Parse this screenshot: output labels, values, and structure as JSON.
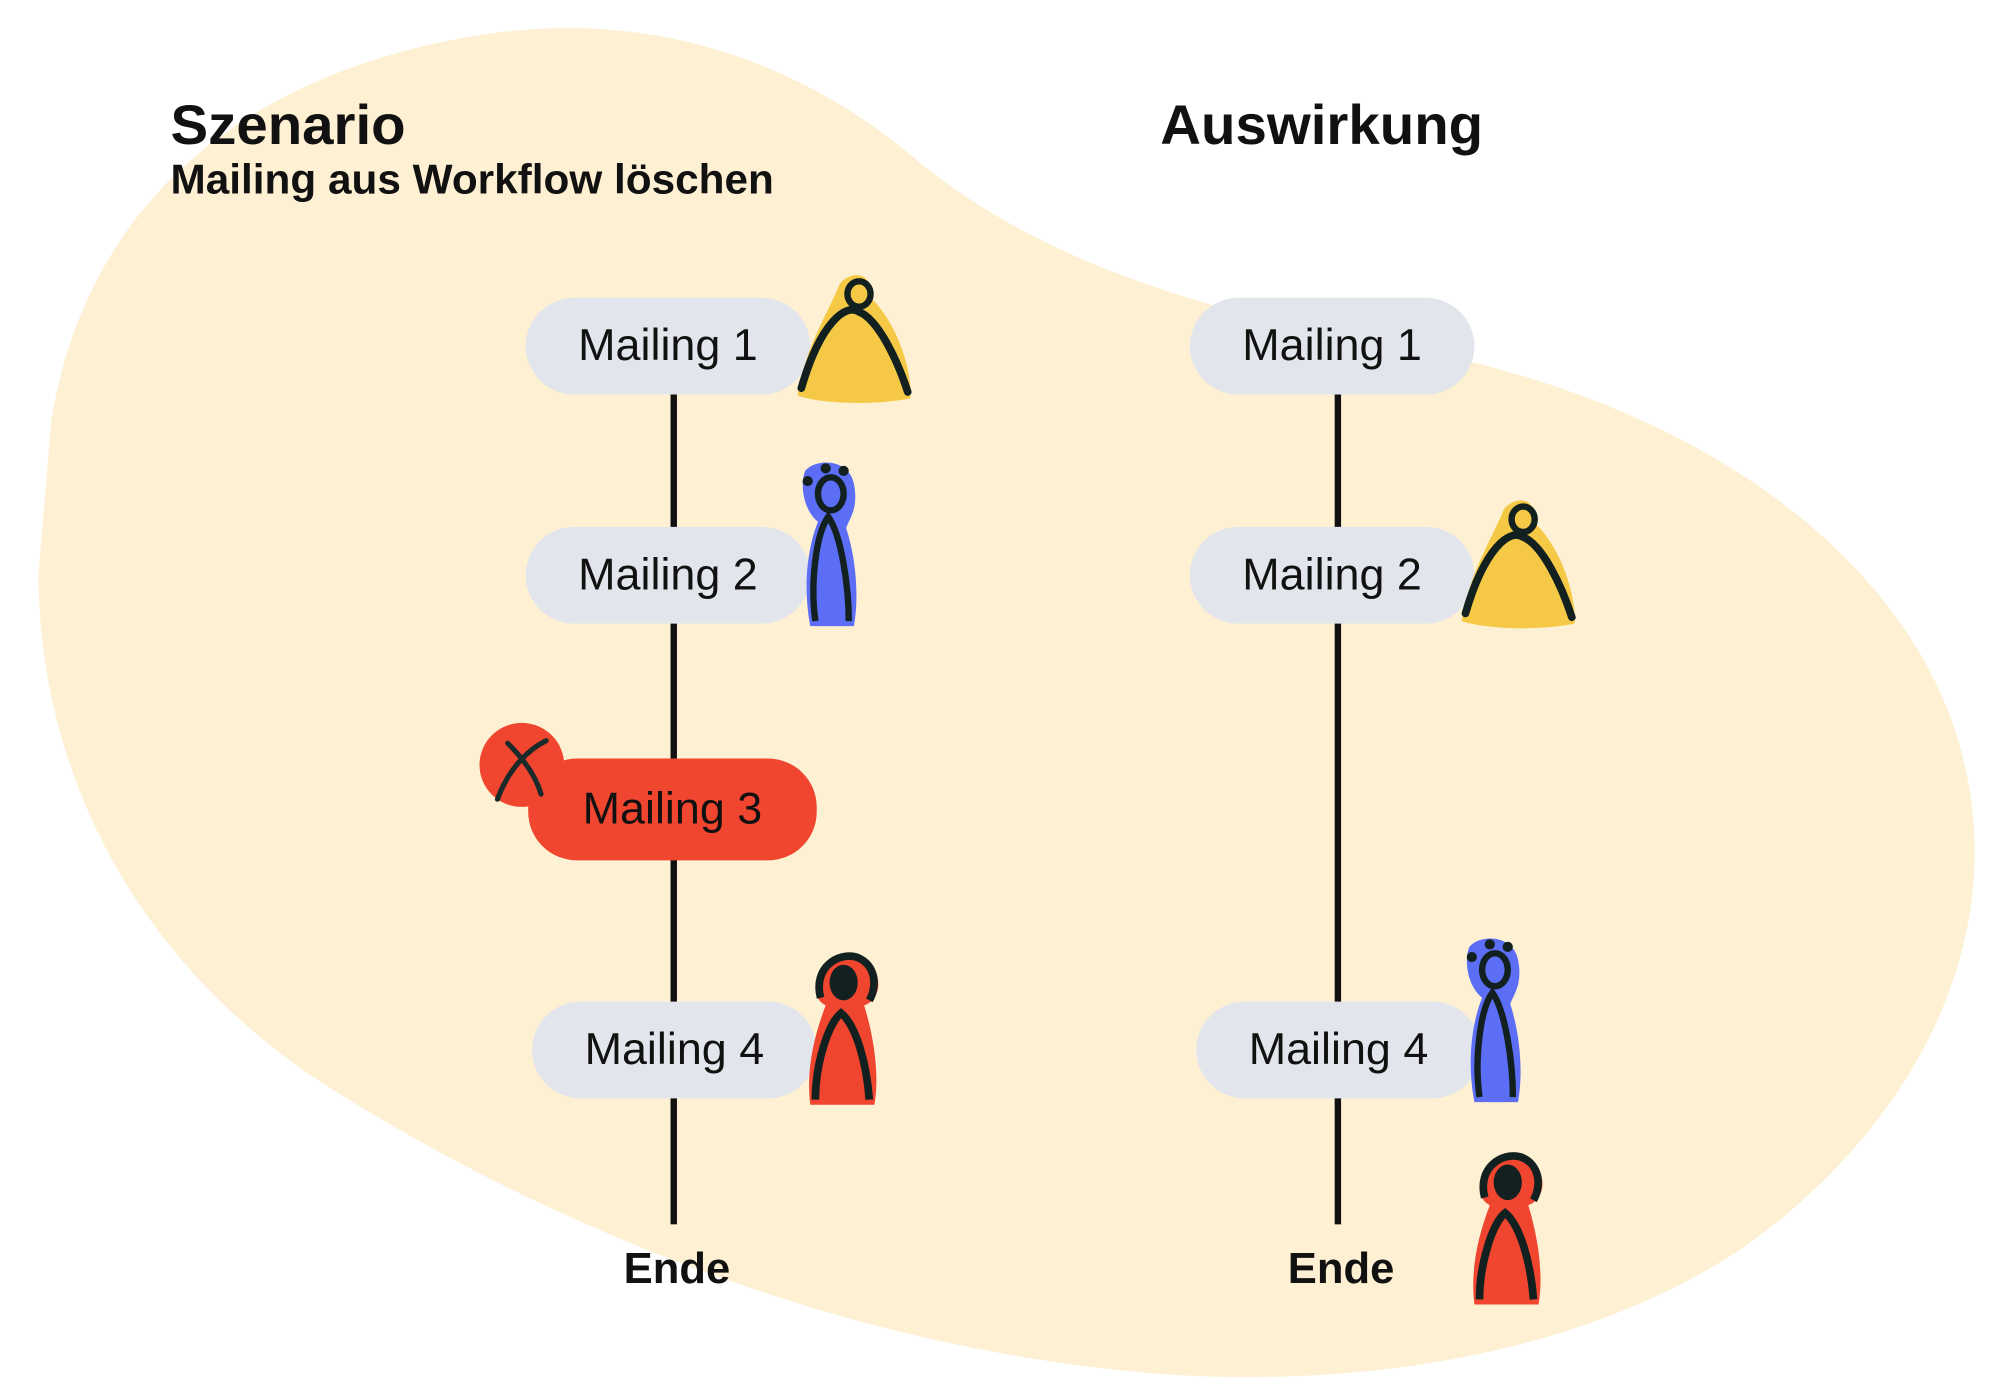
{
  "scenario": {
    "title": "Szenario",
    "subtitle": "Mailing aus Workflow löschen"
  },
  "impact": {
    "title": "Auswirkung"
  },
  "left_flow": {
    "mailings": [
      "Mailing 1",
      "Mailing 2",
      "Mailing 3",
      "Mailing 4"
    ],
    "deleted": "Mailing 3",
    "end_label": "Ende"
  },
  "right_flow": {
    "mailings": [
      "Mailing 1",
      "Mailing 2",
      "Mailing 4"
    ],
    "end_label": "Ende"
  },
  "colors": {
    "background_blob": "#FEF0D2",
    "pill": "#E2E6EC",
    "delete": "#F0452F",
    "yellow_person": "#F5C945",
    "blue_person": "#5B6EF5",
    "red_person": "#F0452F"
  }
}
